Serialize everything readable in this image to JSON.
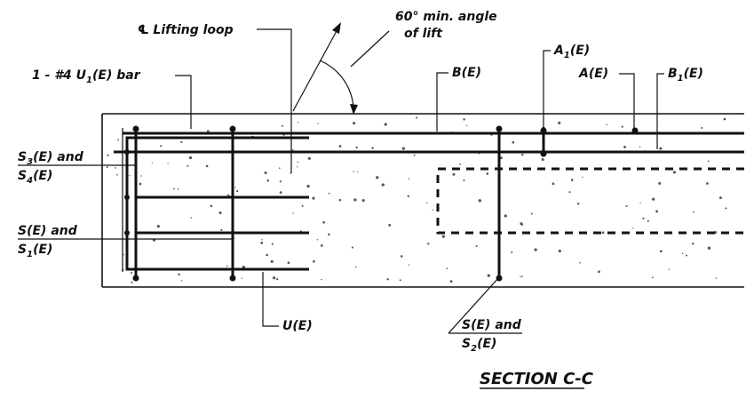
{
  "section_title": "SECTION C-C",
  "labels": {
    "lifting_loop": {
      "mark": "℄",
      "text": " Lifting loop"
    },
    "angle_line1": "60° min. angle",
    "angle_line2": "of lift",
    "u1_bar": {
      "pre": "1 - #4 U",
      "sub": "1",
      "post": "(E) bar"
    },
    "a1": {
      "pre": "A",
      "sub": "1",
      "post": "(E)"
    },
    "a": "A(E)",
    "b1": {
      "pre": "B",
      "sub": "1",
      "post": "(E)"
    },
    "b": "B(E)",
    "s3_s4": {
      "line1": {
        "pre": "S",
        "sub": "3",
        "post": "(E) and"
      },
      "line2": {
        "pre": "S",
        "sub": "4",
        "post": "(E)"
      }
    },
    "s_s1": {
      "line1": "S(E) and",
      "line2": {
        "pre": "S",
        "sub": "1",
        "post": "(E)"
      }
    },
    "u": "U(E)",
    "s_s2": {
      "line1": "S(E) and",
      "line2": {
        "pre": "S",
        "sub": "2",
        "post": "(E)"
      }
    }
  }
}
